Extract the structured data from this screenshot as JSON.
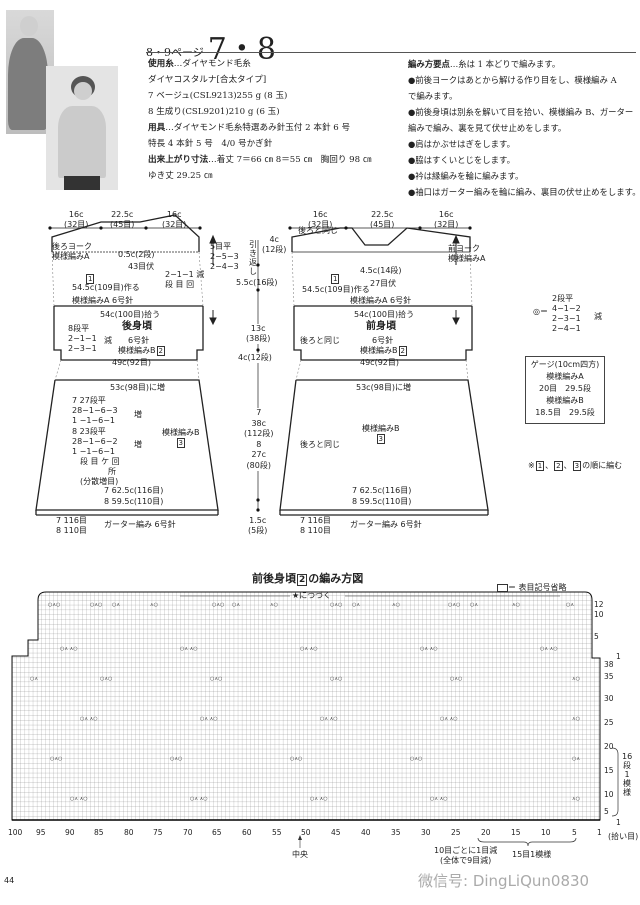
{
  "header": {
    "page_ref": "8・9ページ",
    "pattern_no": "7・8"
  },
  "materials": {
    "yarn_label": "使用糸",
    "yarn_brand": "…ダイヤモンド毛糸",
    "yarn_name": "ダイヤコスタルナ[合太タイプ]",
    "size7_yarn": "7 ベージュ(CSL9213)255 g (8 玉)",
    "size8_yarn": "8 生成り(CSL9201)210 g (6 玉)",
    "tools_label": "用具",
    "tools_1": "…ダイヤモンド毛糸特選あみ針玉付 2 本針 6 号",
    "tools_2": "特長 4 本針 5 号　4/0 号かぎ針",
    "size_label": "出来上がり寸法",
    "size_1": "…着丈 7＝66 ㎝ 8＝55 ㎝　胸回り 98 ㎝",
    "size_2": "ゆき丈 29.25 ㎝"
  },
  "points": {
    "label": "編み方要点",
    "intro": "…糸は 1 本どりで編みます。",
    "items": [
      "●前後ヨークはあとから解ける作り目をし、模様編み A",
      "で編みます。",
      "●前後身頃は別糸を解いて目を拾い、模様編み B、ガーター",
      "編みで編み、裏を見て伏せ止めをします。",
      "●肩はかぶせはぎをします。",
      "●脇はすくいとじをします。",
      "●衿は縁編みを輪に編みます。",
      "●袖口はガーター編みを輪に編み、裏目の伏せ止めをします。"
    ]
  },
  "back_diagram": {
    "top_dims": [
      "16c",
      "(32目)",
      "22.5c",
      "(45目)",
      "16c",
      "(32目)"
    ],
    "yoke_label": "後ろヨーク",
    "yoke_pattern": "模様編みA",
    "neck_depth": "0.5c(2段)",
    "neck_bind": "43目伏",
    "neck_dec": "2−1−1 減",
    "neck_dec_legend": "段 目 回",
    "shoulder_flat": "5目平",
    "shoulder_1": "2−5−3",
    "shoulder_2": "2−4−3",
    "shoulder_note": "引き返し",
    "yoke_no": "1",
    "yoke_cast": "54.5c(109目)作る",
    "yoke_needle": "模様編みA 6号針",
    "body_pick": "54c(100目)拾う",
    "body_title": "後身頃",
    "body_needle": "6号針",
    "body_pattern": "模様編みB",
    "body_pattern_no": "2",
    "arm_flat": "8段平",
    "arm_1": "2−1−1",
    "arm_2": "2−3−1",
    "arm_dec": "減",
    "waist": "49c(92目)",
    "hip_inc": "53c(98目)に増",
    "inc7_flat": "7 27段平",
    "inc7_1": "28−1−6−3",
    "inc7_2": "1 −1−6−1",
    "inc8_flat": "8 23段平",
    "inc8_1": "28−1−6−2",
    "inc8_2": "1 −1−6−1",
    "inc_label": "増",
    "inc_legend": "段 目 ケ 回",
    "inc_legend2": "所",
    "inc_note": "(分散増目)",
    "lower_pattern": "模様編みB",
    "lower_pattern_no": "3",
    "hem7": "7 62.5c(116目)",
    "hem8": "8 59.5c(110目)",
    "hem_st7": "7 116目",
    "hem_st8": "8 110目",
    "garter": "ガーター編み 6号針"
  },
  "vertical_dims": {
    "d1": "4c",
    "d1b": "(12段)",
    "d2": "5.5c(16段)",
    "d3": "13c",
    "d3b": "(38段)",
    "d4": "4c(12段)",
    "d5a": "7",
    "d5b": "38c",
    "d5c": "(112段)",
    "d5d": "8",
    "d5e": "27c",
    "d5f": "(80段)",
    "d6": "1.5c",
    "d6b": "(5段)"
  },
  "front_diagram": {
    "top_dims": [
      "16c",
      "(32目)",
      "22.5c",
      "(45目)",
      "16c",
      "(32目)"
    ],
    "left_dim": "4c",
    "left_dim_b": "(12段)",
    "same_as_back": "後ろと同じ",
    "yoke_label": "前ヨーク",
    "yoke_pattern": "模様編みA",
    "neck_depth": "4.5c(14段)",
    "neck_bind": "27目伏",
    "yoke_no": "1",
    "yoke_cast": "54.5c(109目)作る",
    "yoke_needle": "模様編みA 6号針",
    "body_pick": "54c(100目)拾う",
    "body_title": "前身頃",
    "body_needle": "6号針",
    "body_pattern": "模様編みB",
    "body_pattern_no": "2",
    "waist": "49c(92目)",
    "hip_inc": "53c(98目)に増",
    "lower_pattern": "模様編みB",
    "lower_pattern_no": "3",
    "hem7": "7 62.5c(116目)",
    "hem8": "8 59.5c(110目)",
    "hem_st7": "7 116目",
    "hem_st8": "8 110目",
    "garter": "ガーター編み 6号針"
  },
  "neck_formula": {
    "symbol": "◎＝",
    "flat": "2段平",
    "r1": "4−1−2",
    "r2": "2−3−1",
    "r3": "2−4−1",
    "dec": "減"
  },
  "gauge": {
    "title": "ゲージ(10cm四方)",
    "a_label": "模様編みA",
    "a_values": "20目　29.5段",
    "b_label": "模様編みB",
    "b_values": "18.5目　29.5段"
  },
  "order_note": {
    "prefix": "※",
    "nums": [
      "1",
      "2",
      "3"
    ],
    "suffix": "の順に編む"
  },
  "chart": {
    "title_pre": "前後身頃",
    "title_no": "2",
    "title_post": "の編み方図",
    "legend": "＝ 表目記号省略",
    "continue": "★につづく",
    "x_ticks": [
      "100",
      "95",
      "90",
      "85",
      "80",
      "75",
      "70",
      "65",
      "60",
      "55",
      "50",
      "45",
      "40",
      "35",
      "30",
      "25",
      "20",
      "15",
      "10",
      "5",
      "1"
    ],
    "right_ticks_top": [
      "12",
      "10",
      "5",
      "1"
    ],
    "right_ticks": [
      "38",
      "35",
      "30",
      "25",
      "20",
      "15",
      "10",
      "5",
      "1"
    ],
    "repeat_rows": "16段1模様",
    "pickup": "(拾い目)",
    "center": "中央",
    "dec_note_1": "10目ごとに1目減",
    "dec_note_2": "(全体で9目減)",
    "repeat_st": "15目1模様"
  },
  "page_number": "44",
  "watermark": "微信号: DingLiQun0830"
}
